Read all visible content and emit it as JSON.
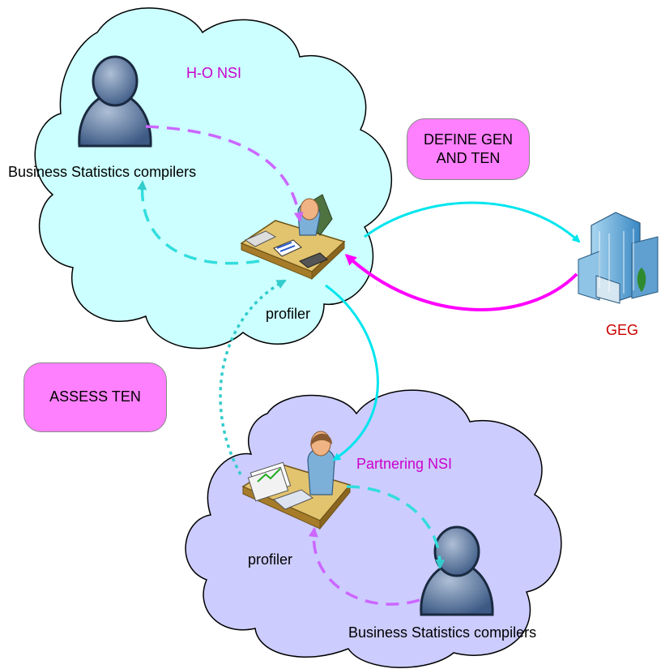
{
  "clouds": {
    "top_title": "H-O NSI",
    "bottom_title": "Partnering NSI"
  },
  "actors": {
    "top_compilers_label": "Business Statistics compilers",
    "top_profiler_label": "profiler",
    "bottom_profiler_label": "profiler",
    "bottom_compilers_label": "Business Statistics compilers",
    "geg_label": "GEG"
  },
  "boxes": {
    "define_line1": "DEFINE GEN",
    "define_line2": "AND TEN",
    "assess": "ASSESS TEN"
  },
  "colors": {
    "top_cloud": "#ccffff",
    "bottom_cloud": "#ccccff",
    "cyan_arrow": "#00e5ee",
    "magenta_arrow": "#ff00ff",
    "violet_dash": "#cc66ff",
    "teal_dots": "#33cccc",
    "box_fill": "#ff80ff",
    "title_magenta": "#cc00cc",
    "geg_red": "#cc0000"
  },
  "icons": [
    "person-icon",
    "profiler-desk-icon",
    "building-icon"
  ]
}
